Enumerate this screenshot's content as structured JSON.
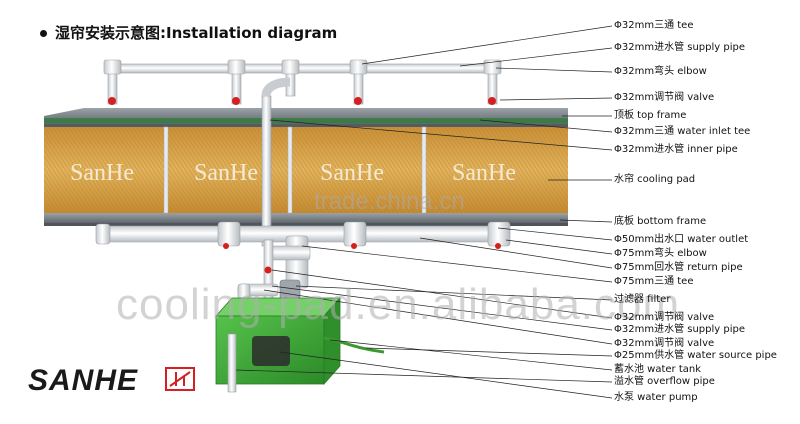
{
  "title": "湿帘安装示意图:Installation diagram",
  "watermarks": {
    "trade": "trade.china.cn",
    "site": "cooling-pad.en.alibaba.com"
  },
  "pad_brand_text": "SanHe",
  "brand": {
    "logo_text": "SANHE"
  },
  "labels": [
    "Φ32mm三通 tee",
    "Φ32mm进水管  supply  pipe",
    "Φ32mm弯头 elbow",
    "Φ32mm调节阀 valve",
    "顶板 top frame",
    "Φ32mm三通 water inlet tee",
    "Φ32mm进水管 inner pipe",
    "水帘 cooling pad",
    "底板 bottom frame",
    "Φ50mm出水口 water outlet",
    "Φ75mm弯头  elbow",
    "Φ75mm回水管 return pipe",
    "Φ75mm三通 tee",
    "过滤器 filter",
    "Φ32mm调节阀 valve",
    "Φ32mm进水管 supply  pipe",
    "Φ32mm调节阀 valve",
    "Φ25mm供水管 water source pipe",
    "蓄水池 water tank",
    "溢水管 overflow pipe",
    "水泵 water pump"
  ],
  "colors": {
    "pad": "#d9a64a",
    "pipe": "#e8eaed",
    "frame": "#7a8288",
    "tank": "#3fa83a",
    "valve": "#d42020",
    "logo_accent": "#d42020"
  }
}
